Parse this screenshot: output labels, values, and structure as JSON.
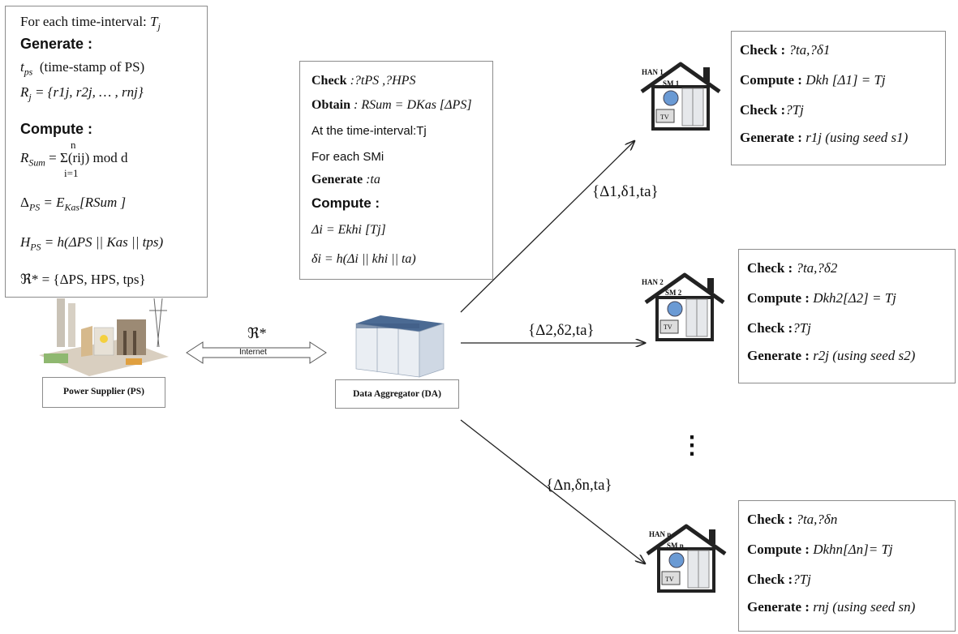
{
  "ps_box": {
    "line1_a": "For each time-interval: ",
    "line1_b": "T",
    "line1_c": "j",
    "generate": "Generate :",
    "tps_a": "t",
    "tps_b": "ps",
    "tps_c": "(time-stamp of PS)",
    "rj": "R",
    "rj_sub": "j",
    "rj_set": "= {r1j, r2j, … , rnj}",
    "compute": "Compute :",
    "rsum": "R",
    "rsum_sub": "Sum",
    "rsum_eq": "= Σ(rij) mod d",
    "rsum_top": "n",
    "rsum_bottom": "i=1",
    "delta_ps": "Δ",
    "delta_ps_sub": "PS",
    "delta_ps_eq": "= E",
    "delta_ps_k": "Kas",
    "delta_ps_rest": "[RSum ]",
    "hps": "H",
    "hps_sub": "PS",
    "hps_eq": "= h(ΔPS || Kas || tps)",
    "rstar": "ℜ* = {ΔPS, HPS, tps}"
  },
  "da_box": {
    "check_label": "Check",
    "check_text": ":?tPS ,?HPS",
    "obtain_label": "Obtain",
    "obtain_text": ": RSum = DKas [ΔPS]",
    "interval": "At the time-interval:Tj",
    "foreach": "For each SMi",
    "generate_label": "Generate",
    "generate_text": ":ta",
    "compute_label": "Compute :",
    "delta_i": "Δi = Ekhi [Tj]",
    "delta_small_i": "δi = h(Δi || khi || ta)"
  },
  "han_boxes": [
    {
      "check1_label": "Check :",
      "check1_text": "?ta,?δ1",
      "compute_label": "Compute :",
      "compute_text": "Dkh [Δ1] = Tj",
      "check2_label": "Check :",
      "check2_text": "?Tj",
      "generate_label": "Generate :",
      "generate_text": "r1j (using seed s1)"
    },
    {
      "check1_label": "Check :",
      "check1_text": "?ta,?δ2",
      "compute_label": "Compute :",
      "compute_text": "Dkh2[Δ2] = Tj",
      "check2_label": "Check :",
      "check2_text": "?Tj",
      "generate_label": "Generate :",
      "generate_text": "r2j (using seed s2)"
    },
    {
      "check1_label": "Check :",
      "check1_text": "?ta,?δn",
      "compute_label": "Compute :",
      "compute_text": "Dkhn[Δn]= Tj",
      "check2_label": "Check :",
      "check2_text": "?Tj",
      "generate_label": "Generate :",
      "generate_text": "rnj (using seed sn)"
    }
  ],
  "houses": [
    {
      "han": "HAN 1",
      "sm": "SM 1",
      "tv": "TV"
    },
    {
      "han": "HAN 2",
      "sm": "SM 2",
      "tv": "TV"
    },
    {
      "han": "HAN n",
      "sm": "SM n",
      "tv": "TV"
    }
  ],
  "labels": {
    "ps": "Power Supplier (PS)",
    "da": "Data Aggregator (DA)",
    "internet": "Internet",
    "rstar_arrow": "ℜ*",
    "msg1": "{Δ1,δ1,ta}",
    "msg2": "{Δ2,δ2,ta}",
    "msgn": "{Δn,δn,ta}",
    "ellipsis": "⋮"
  }
}
